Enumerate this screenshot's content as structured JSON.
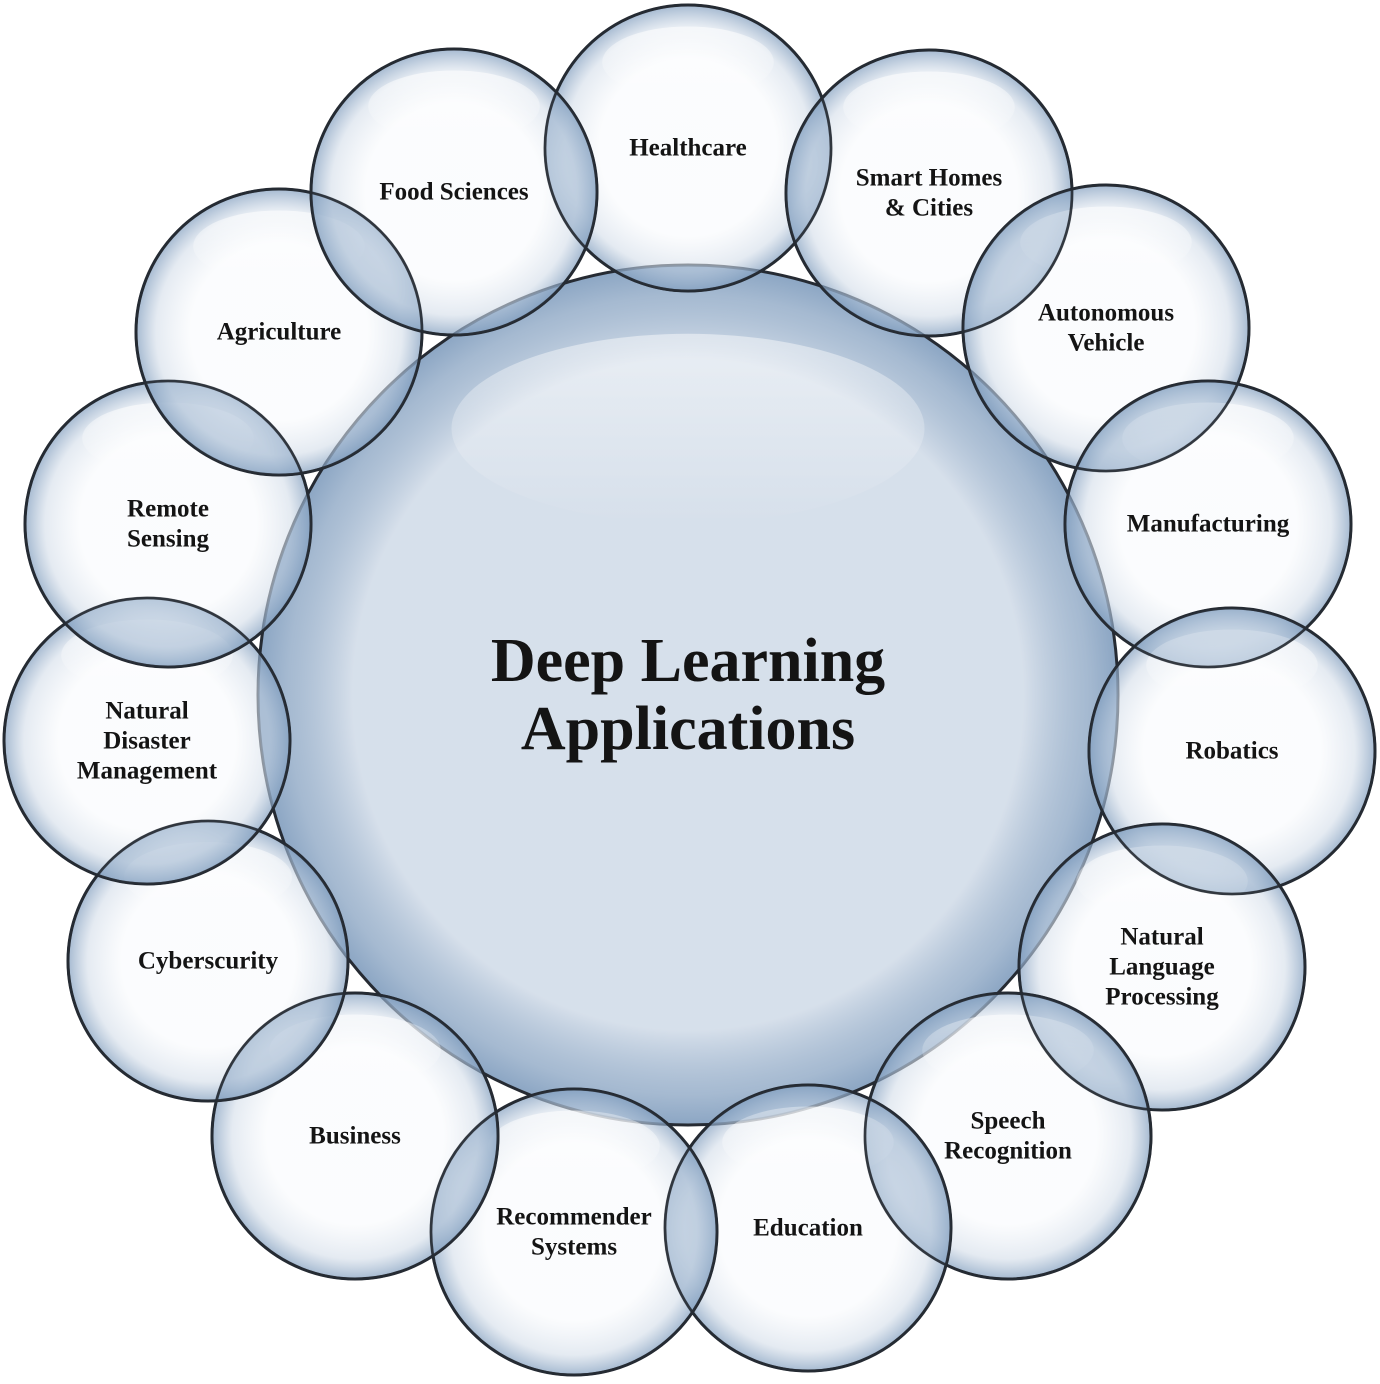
{
  "diagram": {
    "center": {
      "lines": [
        "Deep Learning",
        "Applications"
      ]
    },
    "nodes": [
      {
        "id": "healthcare",
        "lines": [
          "Healthcare"
        ]
      },
      {
        "id": "smart-homes-cities",
        "lines": [
          "Smart Homes",
          "& Cities"
        ]
      },
      {
        "id": "autonomous-vehicle",
        "lines": [
          "Autonomous",
          "Vehicle"
        ]
      },
      {
        "id": "manufacturing",
        "lines": [
          "Manufacturing"
        ]
      },
      {
        "id": "robatics",
        "lines": [
          "Robatics"
        ]
      },
      {
        "id": "natural-language-processing",
        "lines": [
          "Natural",
          "Language",
          "Processing"
        ]
      },
      {
        "id": "speech-recognition",
        "lines": [
          "Speech",
          "Recognition"
        ]
      },
      {
        "id": "education",
        "lines": [
          "Education"
        ]
      },
      {
        "id": "recommender-systems",
        "lines": [
          "Recommender",
          "Systems"
        ]
      },
      {
        "id": "business",
        "lines": [
          "Business"
        ]
      },
      {
        "id": "cyberscurity",
        "lines": [
          "Cyberscurity"
        ]
      },
      {
        "id": "natural-disaster-management",
        "lines": [
          "Natural",
          "Disaster",
          "Management"
        ]
      },
      {
        "id": "remote-sensing",
        "lines": [
          "Remote",
          "Sensing"
        ]
      },
      {
        "id": "agriculture",
        "lines": [
          "Agriculture"
        ]
      },
      {
        "id": "food-sciences",
        "lines": [
          "Food Sciences"
        ]
      }
    ],
    "colors": {
      "bubble_edge": "#262b33",
      "bubble_light": "#f7f9fc",
      "bubble_mid": "#d3dde9",
      "bubble_dark": "#7f9cbd",
      "overlap_tint": "#8aa6c6",
      "text": "#141414"
    }
  }
}
